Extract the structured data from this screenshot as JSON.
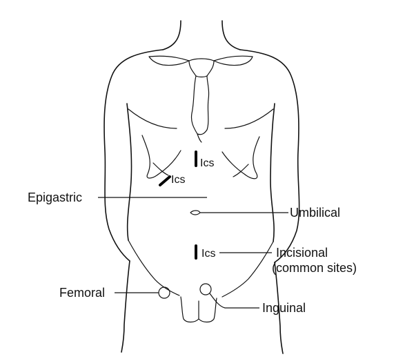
{
  "diagram": {
    "labels": {
      "epigastric": "Epigastric",
      "umbilical": "Umbilical",
      "incisional_line1": "Incisional",
      "incisional_line2": "(common sites)",
      "femoral": "Femoral",
      "inguinal": "Inguinal"
    },
    "incision_markers": {
      "upper": "Ics",
      "left_costal": "Ics",
      "lower": "Ics"
    }
  }
}
